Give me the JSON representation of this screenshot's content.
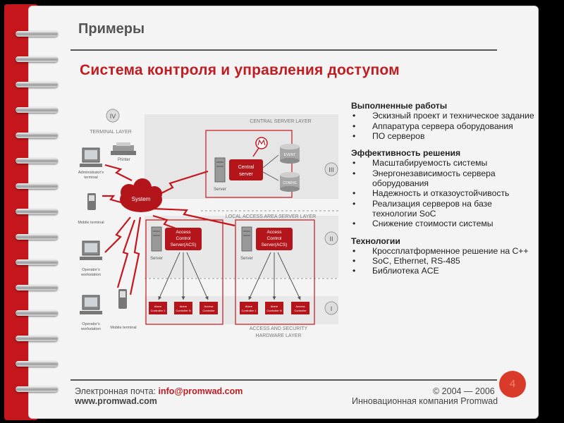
{
  "section_title": "Примеры",
  "slide_title": "Система контроля и управления доступом",
  "groups": [
    {
      "heading": "Выполненные работы",
      "items": [
        "Эскизный проект и техническое задание",
        "Аппаратура сервера оборудования",
        "ПО серверов"
      ]
    },
    {
      "heading": "Эффективность решения",
      "items": [
        "Масштабируемость системы",
        "Энергонезависимость сервера оборудования",
        "Надежность и отказоустойчивость",
        "Реализация серверов на базе технологии SoC",
        "Снижение стоимости системы"
      ]
    },
    {
      "heading": "Технологии",
      "items": [
        "Кроссплатформенное решение на C++",
        "SoC, Ethernet, RS-485",
        "Библиотека ACE"
      ]
    }
  ],
  "diagram": {
    "layers": {
      "terminal": {
        "numeral": "IV",
        "label": "TERMINAL LAYER"
      },
      "central": {
        "label": "CENTRAL SERVER LAYER",
        "numeral": "III"
      },
      "local": {
        "label": "LOCAL ACCESS AREA SERVER LAYER",
        "numeral": "II"
      },
      "hardware": {
        "numeral": "I",
        "label_line1": "ACCESS AND SECURITY",
        "label_line2": "HARDWARE LAYER"
      }
    },
    "printer": "Printer",
    "admin_line1": "Administrator's",
    "admin_line2": "terminal",
    "mobile_terminal": "Mobile terminal",
    "operator_line1": "Operator's",
    "operator_line2": "workstation",
    "system": "System",
    "central_line1": "Central",
    "central_line2": "server",
    "server": "Server",
    "event": "EVENT",
    "config": "CONFIG",
    "acs_line1": "Access",
    "acs_line2": "Control",
    "acs_line3": "Server(ACS)",
    "controllers": [
      {
        "line1": "Alarm",
        "line2": "Controller 1"
      },
      {
        "line1": "Alarm",
        "line2": "Controller N"
      },
      {
        "line1": "Access",
        "line2": "Controller"
      }
    ]
  },
  "footer": {
    "email_label": "Электронная почта:",
    "email": "info@promwad.com",
    "website": "www.promwad.com",
    "copyright": "© 2004 — 2006",
    "company": "Инновационная компания Promwad"
  },
  "page_number": "4"
}
